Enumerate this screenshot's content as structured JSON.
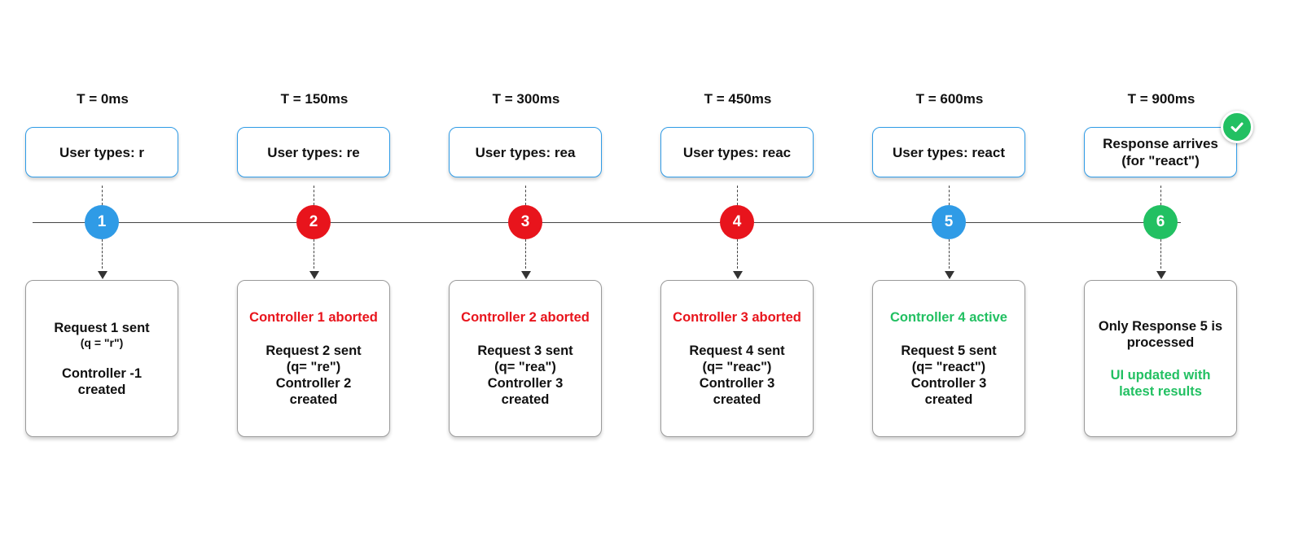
{
  "colors": {
    "blue": "#2f9be6",
    "red": "#e8141c",
    "green": "#22c062",
    "line": "#444444"
  },
  "steps": [
    {
      "time": "T = 0ms",
      "event": "User types: r",
      "number": "1",
      "color": "blue",
      "status": "",
      "request": "Request 1 sent",
      "query": "(q = \"r\")",
      "controller": "Controller -1\ncreated"
    },
    {
      "time": "T = 150ms",
      "event": "User types: re",
      "number": "2",
      "color": "red",
      "status": "Controller 1 aborted",
      "request": "Request 2 sent",
      "query": "(q= \"re\")",
      "controller": "Controller 2\ncreated"
    },
    {
      "time": "T = 300ms",
      "event": "User types: rea",
      "number": "3",
      "color": "red",
      "status": "Controller 2 aborted",
      "request": "Request 3 sent",
      "query": "(q= \"rea\")",
      "controller": "Controller 3\ncreated"
    },
    {
      "time": "T = 450ms",
      "event": "User types: reac",
      "number": "4",
      "color": "red",
      "status": "Controller 3 aborted",
      "request": "Request 4 sent",
      "query": "(q= \"reac\")",
      "controller": "Controller 3\ncreated"
    },
    {
      "time": "T = 600ms",
      "event": "User types: react",
      "number": "5",
      "color": "blue",
      "status": "Controller 4 active",
      "status_color": "green",
      "request": "Request 5 sent",
      "query": "(q= \"react\")",
      "controller": "Controller 3\ncreated"
    },
    {
      "time": "T = 900ms",
      "event": "Response arrives\n(for \"react\")",
      "number": "6",
      "color": "green",
      "result": "Only Response 5 is\nprocessed",
      "ui_update": "UI updated with\nlatest results",
      "badge_icon": "check-circle-icon"
    }
  ]
}
